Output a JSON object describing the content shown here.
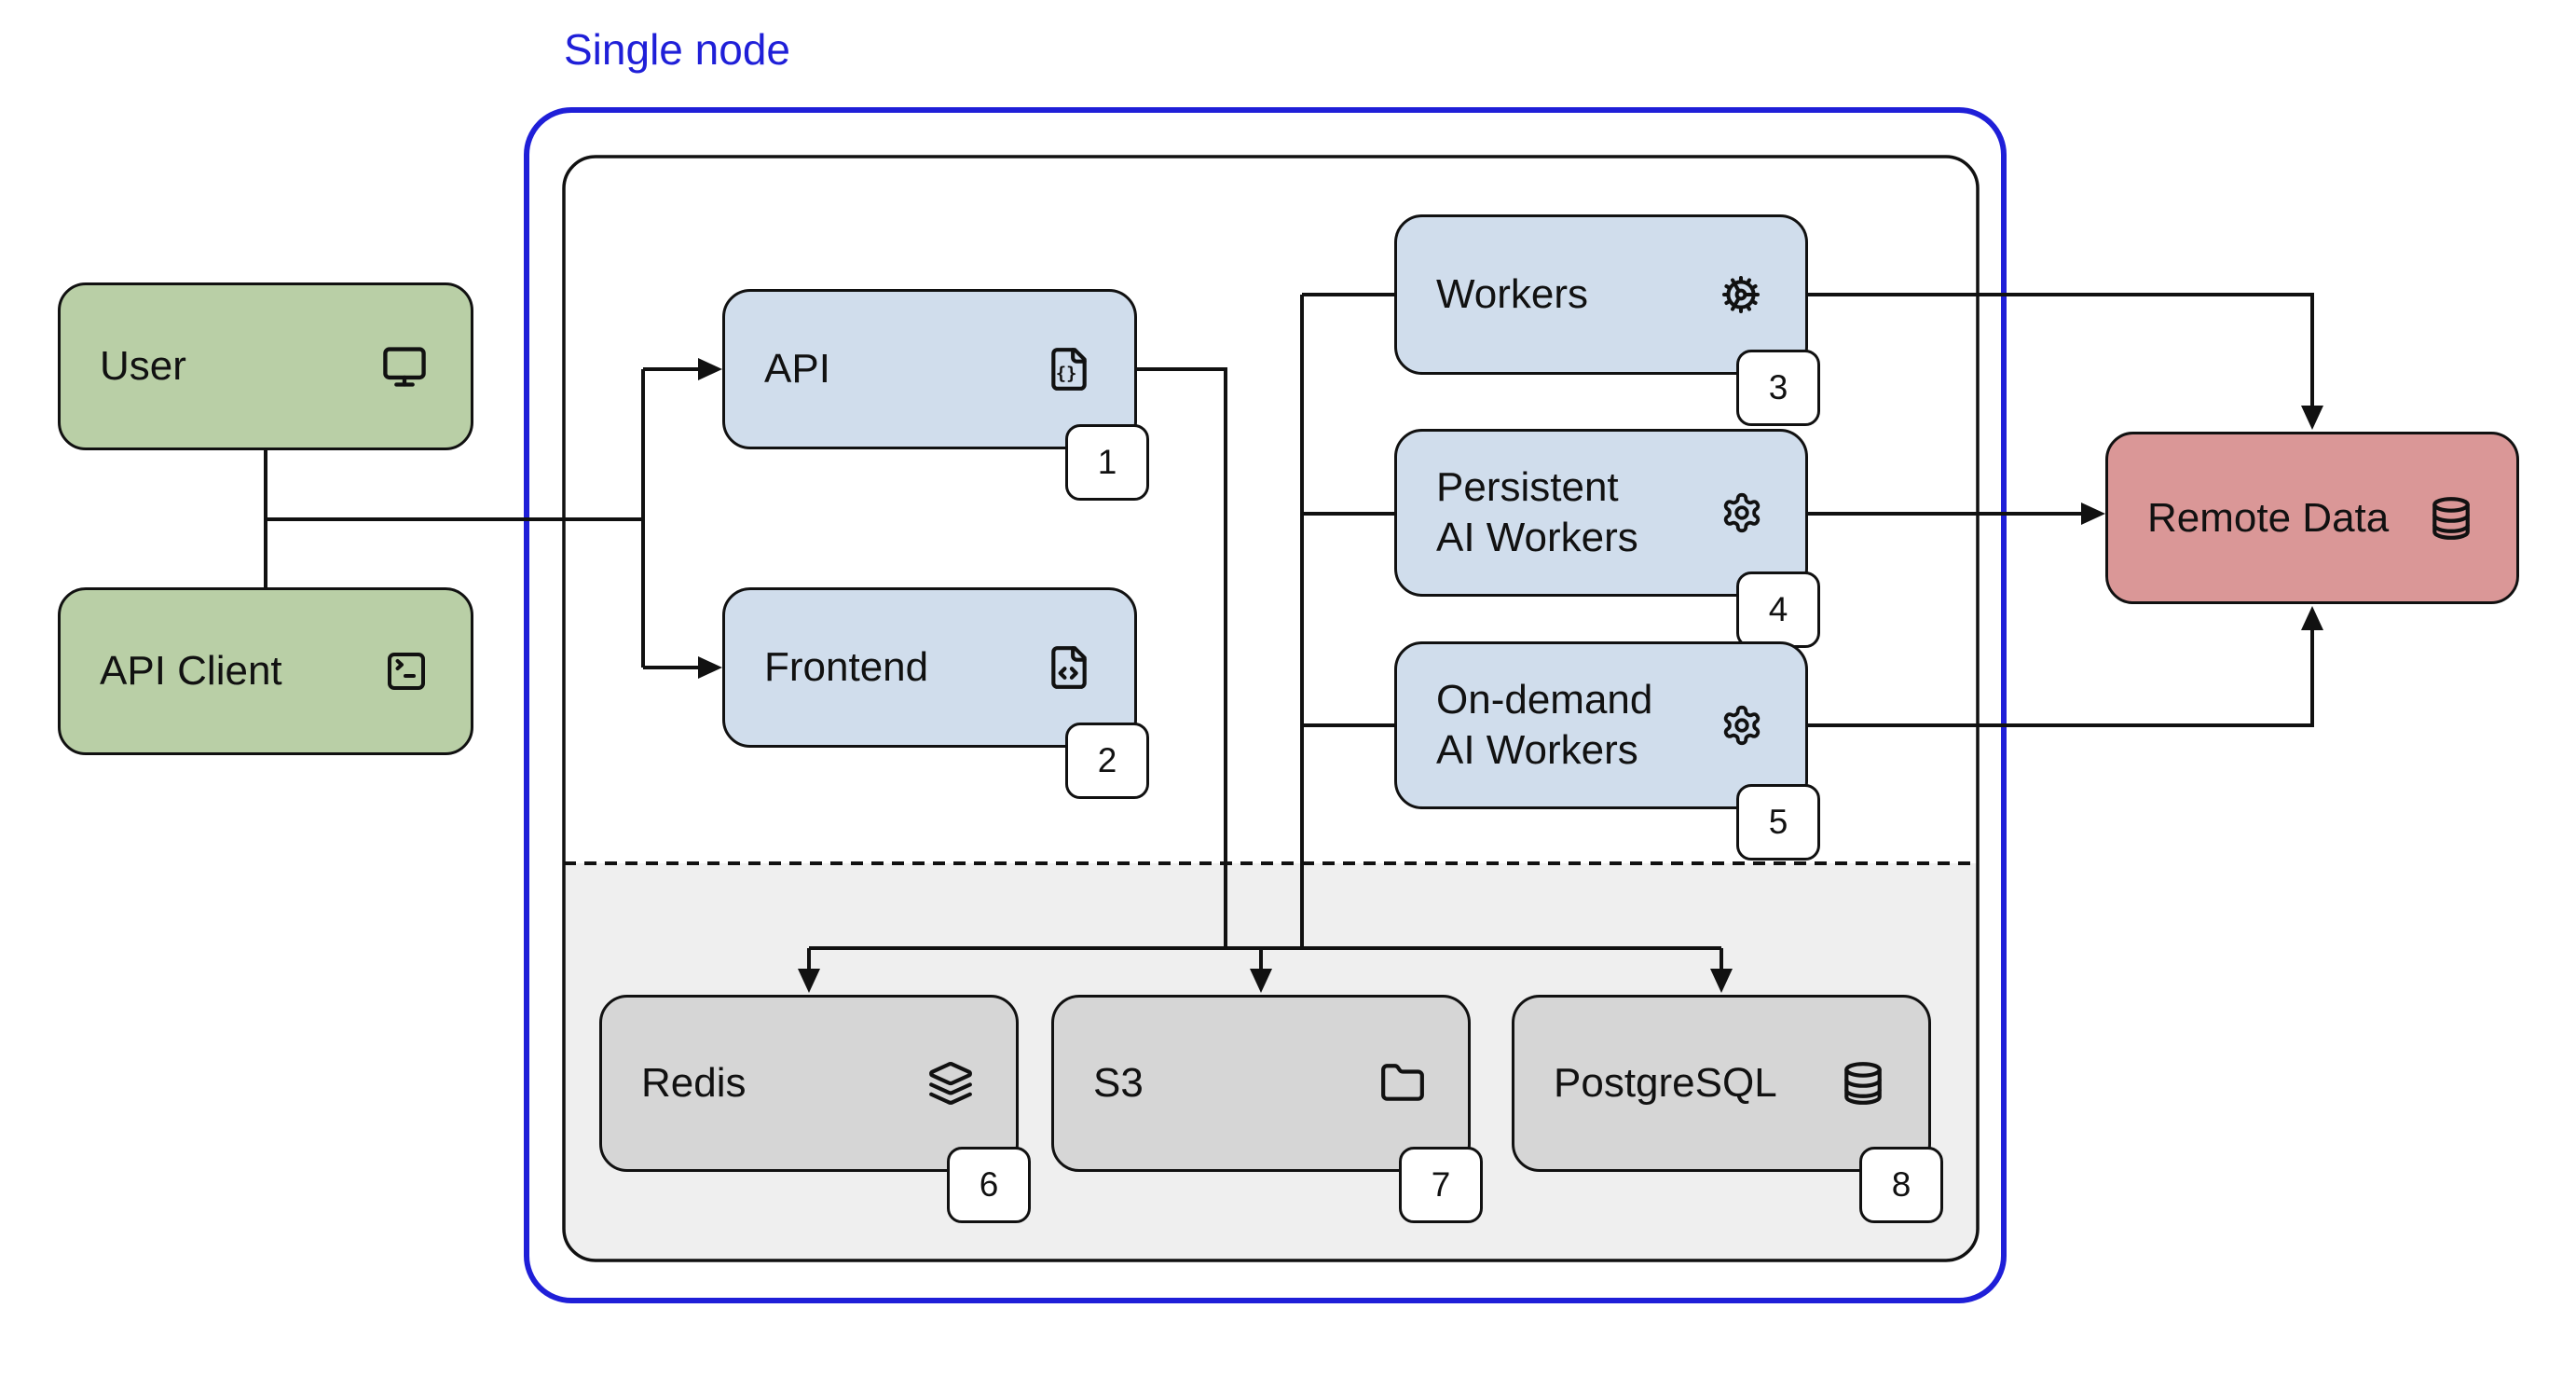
{
  "diagram": {
    "title": "Single node",
    "nodes": {
      "user": {
        "label": "User",
        "icon": "monitor"
      },
      "api_client": {
        "label": "API Client",
        "icon": "terminal"
      },
      "api": {
        "label": "API",
        "icon": "file-code-braces",
        "badge": "1"
      },
      "frontend": {
        "label": "Frontend",
        "icon": "file-code",
        "badge": "2"
      },
      "workers": {
        "label": "Workers",
        "icon": "cog",
        "badge": "3"
      },
      "persistent_ai_workers": {
        "label": "Persistent AI Workers",
        "lines": [
          "Persistent",
          "AI Workers"
        ],
        "icon": "settings-gear",
        "badge": "4"
      },
      "on_demand_ai_workers": {
        "label": "On-demand AI Workers",
        "lines": [
          "On-demand",
          "AI Workers"
        ],
        "icon": "settings-gear",
        "badge": "5"
      },
      "redis": {
        "label": "Redis",
        "icon": "layers",
        "badge": "6"
      },
      "s3": {
        "label": "S3",
        "icon": "folder",
        "badge": "7"
      },
      "postgresql": {
        "label": "PostgreSQL",
        "icon": "database",
        "badge": "8"
      },
      "remote_data": {
        "label": "Remote Data",
        "icon": "database"
      }
    },
    "edges": [
      {
        "from": "user",
        "to": "api_client",
        "arrowhead": false
      },
      {
        "from": "user/api_client",
        "to": "api",
        "arrowhead": true
      },
      {
        "from": "user/api_client",
        "to": "frontend",
        "arrowhead": true
      },
      {
        "from": "api",
        "to": "redis/s3/postgresql",
        "arrowhead": true
      },
      {
        "from": "workers/persistent_ai_workers/on_demand_ai_workers",
        "to": "redis/s3/postgresql",
        "arrowhead": true
      },
      {
        "from": "workers",
        "to": "remote_data",
        "arrowhead": true,
        "enters": "top"
      },
      {
        "from": "persistent_ai_workers",
        "to": "remote_data",
        "arrowhead": true,
        "enters": "left"
      },
      {
        "from": "on_demand_ai_workers",
        "to": "remote_data",
        "arrowhead": true,
        "enters": "bottom"
      }
    ],
    "colors": {
      "client_node_fill": "#b9cfa6",
      "service_node_fill": "#d0ddec",
      "storage_node_fill": "#d6d6d6",
      "storage_zone_fill": "#efefef",
      "remote_node_fill": "#da9797",
      "single_node_border": "#1f1fd8",
      "line_color": "#111111",
      "badge_fill": "#ffffff"
    }
  }
}
